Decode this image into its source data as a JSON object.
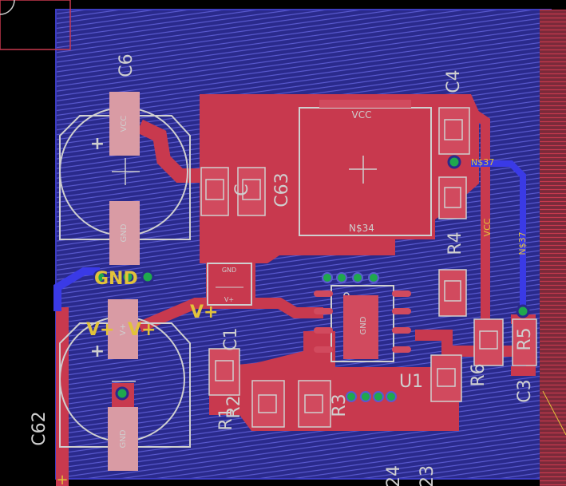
{
  "board": {
    "colors": {
      "background": "#000000",
      "ground_pour": "#2a2a8c",
      "hatch": "#5a5ad0",
      "top_copper": "#c8394e",
      "pad": "#d14a5e",
      "silkscreen": "#cfcfcf",
      "net_label": "#e2c23a",
      "via": "#1fa84d",
      "bottom_trace": "#3a3ae6"
    },
    "labels": {
      "c6": "C6",
      "c62": "C62",
      "c63": "C63",
      "c4": "C4",
      "c1": "C1",
      "c3": "C3",
      "r4": "R4",
      "r6": "R6",
      "r5": "R5",
      "r3": "R3",
      "r2": "R2",
      "r1": "R1",
      "u1": "U1",
      "c_small": "C",
      "vcc_inductor": "VCC",
      "n34": "N$34",
      "n37_h": "N$37",
      "n37_v": "N$37",
      "vcc_v": "VCC",
      "gnd_net": "GND",
      "vplus_1": "V+",
      "vplus_2": "V+",
      "vplus_3": "V+",
      "c6_pad_top": "VCC",
      "c6_pad_bottom": "GND",
      "c62_pad_top": "V+",
      "c62_pad_bottom": "GND",
      "c1_pad_top": "GND",
      "c1_pad_bottom": "V+",
      "u1_center": "GND",
      "bottom_24": "24",
      "bottom_23": "23",
      "bottom_plus": "+",
      "plus_c6": "+",
      "plus_c62": "+"
    }
  }
}
